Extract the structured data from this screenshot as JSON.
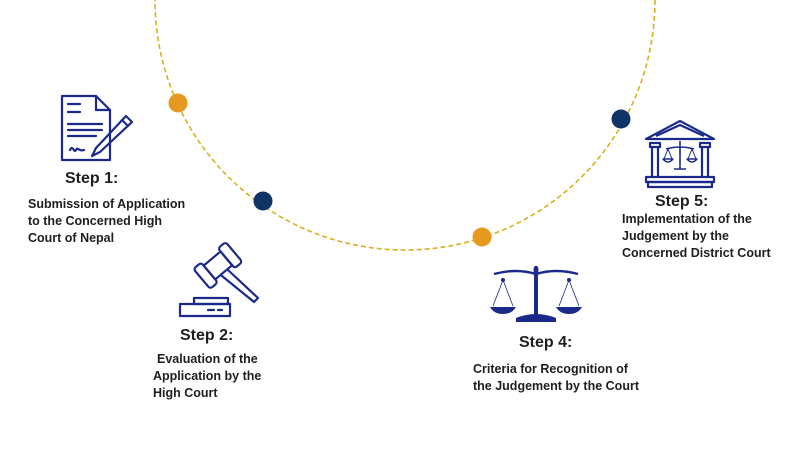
{
  "colors": {
    "path": "#D6B21E",
    "orange": "#E6991F",
    "navy": "#0E3566",
    "icon": "#1B2A8A"
  },
  "steps": [
    {
      "title": "Step 1:",
      "lines": [
        "Submission of Application",
        "to the Concerned High",
        "Court of Nepal"
      ],
      "icon": "document-pen-icon"
    },
    {
      "title": "Step 2:",
      "lines": [
        "Evaluation of the",
        "Application by the",
        "High Court"
      ],
      "icon": "gavel-icon"
    },
    {
      "title": "Step 4:",
      "lines": [
        "Criteria for Recognition of",
        "the Judgement by the Court"
      ],
      "icon": "scales-icon"
    },
    {
      "title": "Step 5:",
      "lines": [
        "Implementation of the",
        "Judgement by the",
        "Concerned District Court"
      ],
      "icon": "courthouse-icon"
    }
  ]
}
